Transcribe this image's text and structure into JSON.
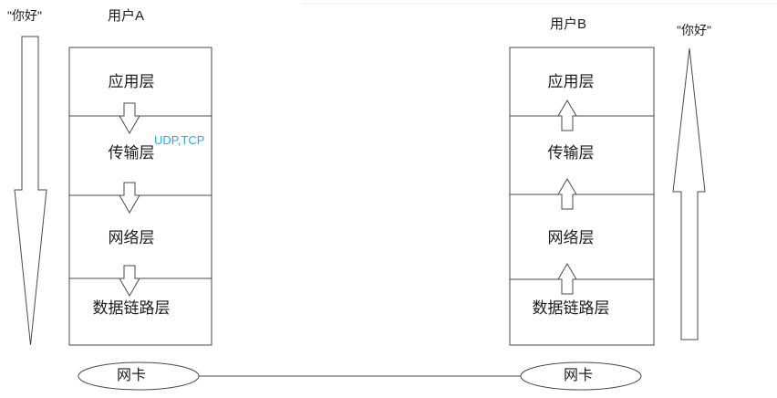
{
  "diagram": {
    "left_user": {
      "name": "用户A",
      "message": "\"你好\"",
      "nic": "网卡"
    },
    "right_user": {
      "name": "用户B",
      "message": "\"你好\"",
      "nic": "网卡"
    },
    "layers": [
      "应用层",
      "传输层",
      "网络层",
      "数据链路层"
    ],
    "transport_protocols": "UDP,TCP"
  },
  "colors": {
    "accent": "#29ABE2",
    "stroke": "#4a4a4a",
    "background": "#ffffff"
  }
}
